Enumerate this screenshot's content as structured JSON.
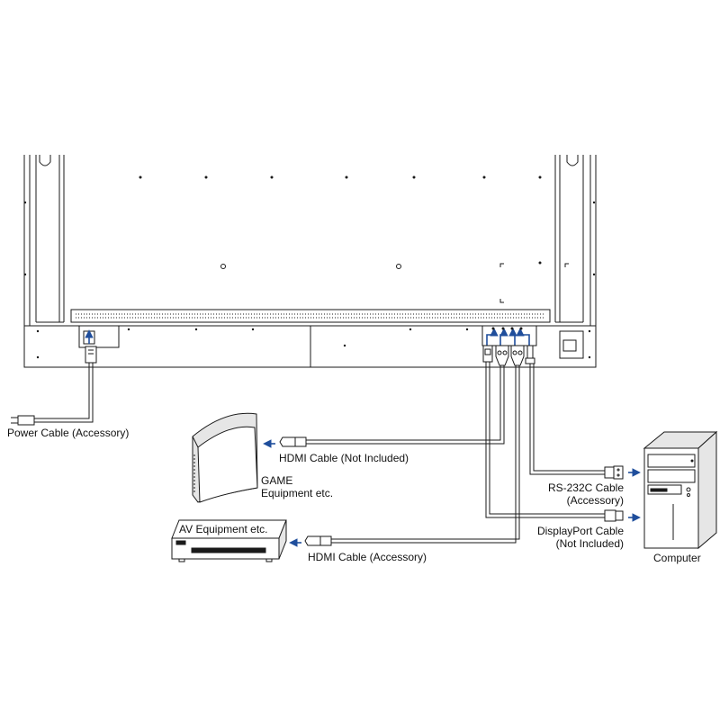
{
  "labels": {
    "power_cable": "Power Cable (Accessory)",
    "hdmi_cable_not_included": "HDMI Cable (Not Included)",
    "game_line1": "GAME",
    "game_line2": "Equipment etc.",
    "av_equipment": "AV Equipment etc.",
    "hdmi_cable_accessory": "HDMI Cable (Accessory)",
    "rs232c_line1": "RS-232C Cable",
    "rs232c_line2": "(Accessory)",
    "displayport_line1": "DisplayPort Cable",
    "displayport_line2": "(Not Included)",
    "computer": "Computer"
  },
  "colors": {
    "line": "#1a1a1a",
    "arrow": "#1f4e9c",
    "fill": "#ffffff",
    "shade": "#e6e6e6"
  },
  "icons": [
    "arrow-left-icon",
    "arrow-right-icon",
    "arrow-up-icon",
    "power-plug-icon",
    "hdmi-plug-icon",
    "displayport-plug-icon",
    "rs232c-plug-icon"
  ]
}
